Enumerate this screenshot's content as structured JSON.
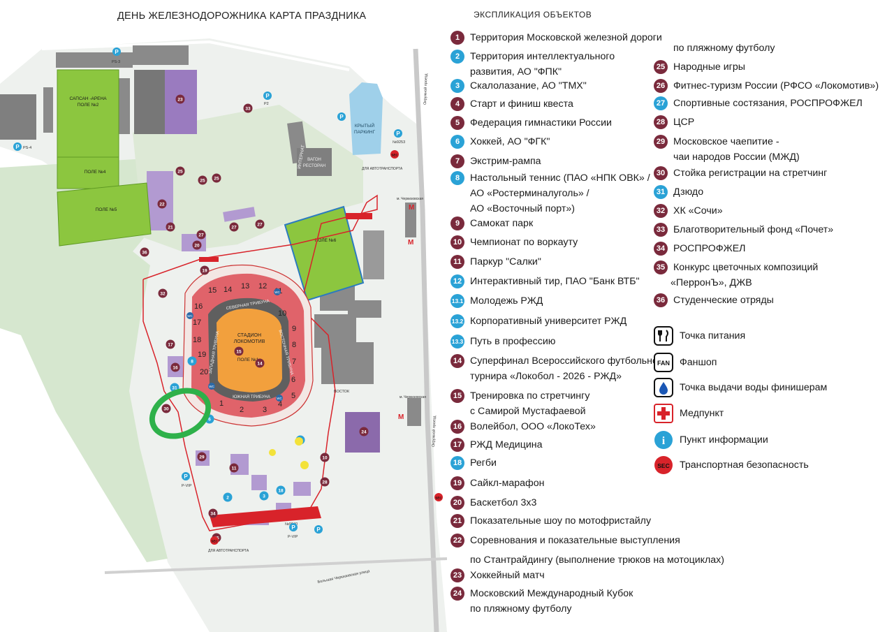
{
  "map": {
    "title": "ДЕНЬ ЖЕЛЕЗНОДОРОЖНИКА КАРТА ПРАЗДНИКА",
    "labels": {
      "sapsan": "САПСАН -АРЕНА",
      "pole2": "ПОЛЕ №2",
      "pole4": "ПОЛЕ №4",
      "pole5": "ПОЛЕ №5",
      "pole6": "ПОЛЕ №6",
      "pole1": "ПОЛЕ №1",
      "stadium1": "СТАДИОН",
      "stadium2": "ЛОКОМОТИВ",
      "north": "СЕВЕРНАЯ ТРИБУНА",
      "south": "ЮЖНАЯ ТРИБУНА",
      "west": "ЗАПАДНАЯ ТРИБУНА",
      "east": "ВОСТОЧНАЯ ТРИБУНА",
      "covered1": "КРЫТЫЙ",
      "covered2": "ПАРКИНГ",
      "wagon1": "ВАГОН",
      "wagon2": "РЕСТОРАН",
      "internat": "ИНТЕРНАТ",
      "ps3": "PS-3",
      "ps4": "PS-4",
      "p2": "P2",
      "n9253": "№9253",
      "n9040": "№9040",
      "pvip1": "P-VIP",
      "pvip2": "P-VIP",
      "autotransport1": "ДЛЯ АВТОТРАНСПОРТА",
      "autotransport2": "ДЛЯ АВТОТРАНСПОРТА",
      "metro1": "м. Черкизовская",
      "metro2": "м. Черкизовская",
      "okruzhnoy1": "Окружной проезд",
      "okruzhnoy2": "Окружной проезд",
      "bolshaya": "Большая Черкизовская улица",
      "vostok": "ВОСТОК",
      "p_letter": "P",
      "wc": "WC",
      "m_letter": "M"
    }
  },
  "legend": {
    "title": "ЭКСПЛИКАЦИЯ ОБЪЕКТОВ",
    "items": [
      {
        "num": "1",
        "text": "Территория Московской железной дороги",
        "color": "maroon"
      },
      {
        "num": "2",
        "text": "Территория интеллектуального",
        "cont": "развития, АО \"ФПК\"",
        "color": "teal"
      },
      {
        "num": "3",
        "text": "Скалолазание, АО \"ТМХ\"",
        "color": "teal"
      },
      {
        "num": "4",
        "text": "Старт и финиш квеста",
        "color": "maroon"
      },
      {
        "num": "5",
        "text": "Федерация гимнастики России",
        "color": "maroon"
      },
      {
        "num": "6",
        "text": "Хоккей, АО \"ФГК\"",
        "color": "teal"
      },
      {
        "num": "7",
        "text": "Экстрим-рампа",
        "color": "maroon"
      },
      {
        "num": "8",
        "text": "Настольный теннис (ПАО «НПК ОВК» /",
        "cont": "АО «Ростерминалуголь» /",
        "cont2": "АО «Восточный порт»)",
        "color": "teal"
      },
      {
        "num": "9",
        "text": "Самокат парк",
        "color": "maroon"
      },
      {
        "num": "10",
        "text": "Чемпионат по воркауту",
        "color": "maroon"
      },
      {
        "num": "11",
        "text": "Паркур \"Салки\"",
        "color": "maroon"
      },
      {
        "num": "12",
        "text": "Интерактивный тир, ПАО \"Банк ВТБ\"",
        "color": "teal"
      },
      {
        "num": "13.1",
        "text": "Молодежь РЖД",
        "color": "teal"
      },
      {
        "num": "13.2",
        "text": "Корпоративный университет РЖД",
        "color": "teal"
      },
      {
        "num": "13.3",
        "text": "Путь в профессию",
        "color": "teal"
      },
      {
        "num": "14",
        "text": "Суперфинал Всероссийского футбольного",
        "cont": "турнира «Локобол - 2026 - РЖД»",
        "color": "maroon"
      },
      {
        "num": "15",
        "text": "Тренировка по стретчингу",
        "cont": "с Самирой Мустафаевой",
        "color": "maroon"
      },
      {
        "num": "16",
        "text": "Волейбол, ООО «ЛокоТех»",
        "color": "maroon"
      },
      {
        "num": "17",
        "text": "РЖД Медицина",
        "color": "maroon"
      },
      {
        "num": "18",
        "text": "Регби",
        "color": "teal"
      },
      {
        "num": "19",
        "text": "Сайкл-марафон",
        "color": "maroon"
      },
      {
        "num": "20",
        "text": "Баскетбол 3х3",
        "color": "maroon"
      },
      {
        "num": "21",
        "text": "Показательные шоу по мотофристайлу",
        "color": "maroon"
      },
      {
        "num": "22",
        "text": "Соревнования и показательные выступления",
        "cont": "по Стантрайдингу (выполнение трюков на мотоциклах)",
        "color": "maroon"
      },
      {
        "num": "23",
        "text": "Хоккейный матч",
        "color": "maroon"
      },
      {
        "num": "24",
        "text": "Московский Международный Кубок",
        "cont": "по пляжному футболу",
        "color": "maroon"
      },
      {
        "num": "25",
        "text": "Народные игры",
        "color": "maroon"
      },
      {
        "num": "26",
        "text": "Фитнес-туризм России (РФСО «Локомотив»)",
        "color": "maroon"
      },
      {
        "num": "27",
        "text": "Спортивные состязания, РОСПРОФЖЕЛ",
        "color": "teal"
      },
      {
        "num": "28",
        "text": "ЦСР",
        "color": "maroon"
      },
      {
        "num": "29",
        "text": "Московское чаепитие -",
        "cont": "чаи народов России (МЖД)",
        "color": "maroon"
      },
      {
        "num": "30",
        "text": "Стойка регистрации на стретчинг",
        "color": "maroon"
      },
      {
        "num": "31",
        "text": "Дзюдо",
        "color": "teal"
      },
      {
        "num": "32",
        "text": "ХК «Сочи»",
        "color": "maroon"
      },
      {
        "num": "33",
        "text": "Благотворительный фонд «Почет»",
        "color": "maroon"
      },
      {
        "num": "34",
        "text": "РОСПРОФЖЕЛ",
        "color": "maroon"
      },
      {
        "num": "35",
        "text": "Конкурс цветочных композиций",
        "cont": "«ПерронЪ», ДЖВ",
        "color": "maroon"
      },
      {
        "num": "36",
        "text": "Студенческие отряды",
        "color": "maroon"
      }
    ],
    "symbols": [
      {
        "icon": "food-icon",
        "text": "Точка питания"
      },
      {
        "icon": "fanshop-icon",
        "text": "Фаншоп",
        "glyph": "FAN"
      },
      {
        "icon": "water-drop-icon",
        "text": "Точка выдачи воды финишерам"
      },
      {
        "icon": "medical-cross-icon",
        "text": "Медпункт"
      },
      {
        "icon": "info-icon",
        "text": "Пункт информации",
        "glyph": "i"
      },
      {
        "icon": "security-icon",
        "text": "Транспортная безопасность",
        "glyph": "SEC"
      }
    ]
  },
  "colors": {
    "maroon": "#7a2a3c",
    "teal": "#2aa2d6",
    "field": "#8cc63f",
    "stadium_stands": "#e0636a",
    "stadium_field": "#f2a03d",
    "purple": "#9a7bbf",
    "highlight": "#2eb14a",
    "boundary": "#d8232a"
  }
}
